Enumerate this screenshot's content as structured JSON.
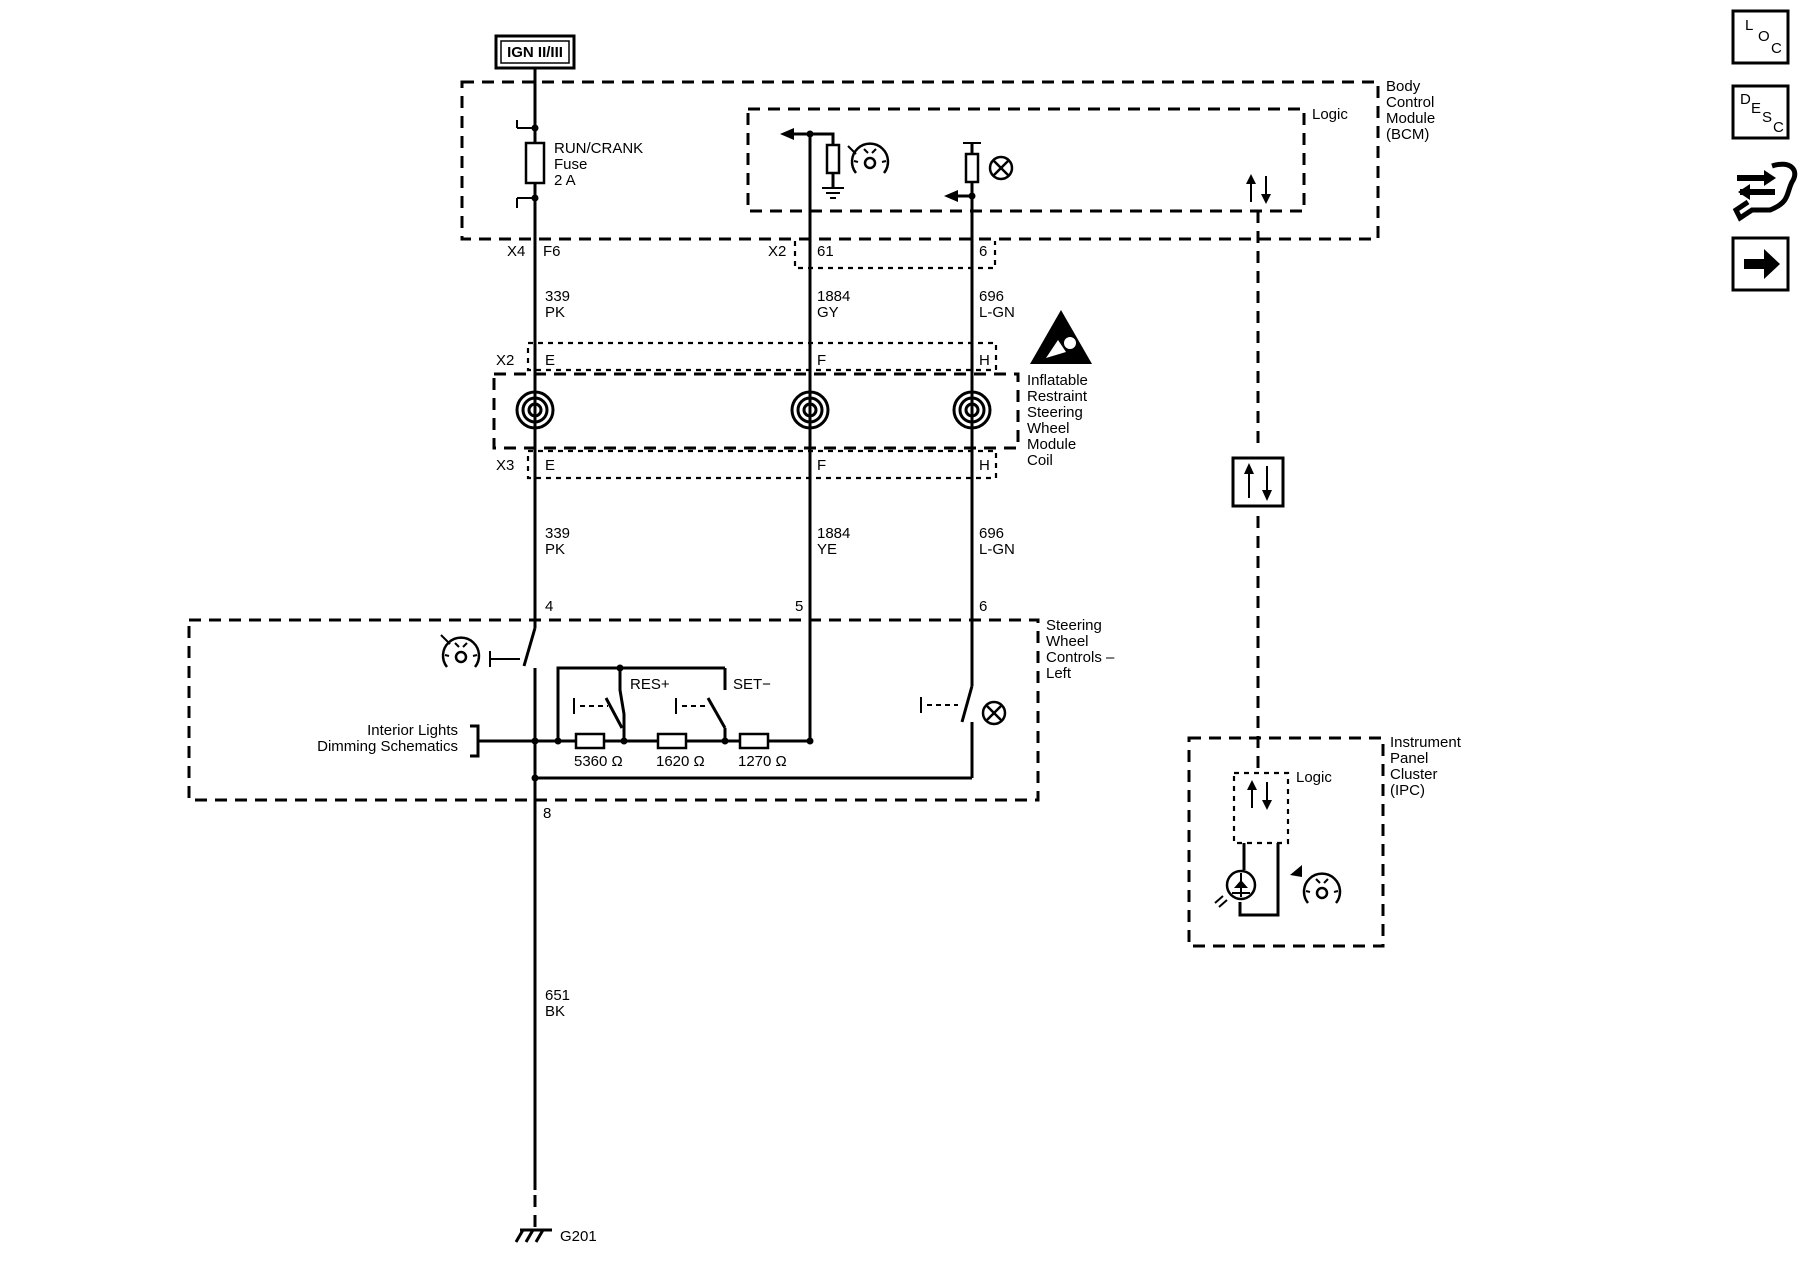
{
  "ignition_label": "IGN II/III",
  "bcm": {
    "name_lines": [
      "Body",
      "Control",
      "Module",
      "(BCM)"
    ],
    "logic_label": "Logic"
  },
  "fuse": {
    "lines": [
      "RUN/CRANK",
      "Fuse",
      "2 A"
    ]
  },
  "bcm_connectors": {
    "x4": "X4",
    "x4_pin": "F6",
    "x2": "X2",
    "x2_pin_a": "61",
    "x2_pin_b": "6"
  },
  "circuits_upper": [
    {
      "number": "339",
      "color": "PK"
    },
    {
      "number": "1884",
      "color": "GY"
    },
    {
      "number": "696",
      "color": "L-GN"
    }
  ],
  "coil_module": {
    "name_lines": [
      "Inflatable",
      "Restraint",
      "Steering",
      "Wheel",
      "Module",
      "Coil"
    ],
    "x2": "X2",
    "x3": "X3",
    "pins": [
      "E",
      "F",
      "H"
    ]
  },
  "circuits_lower": [
    {
      "number": "339",
      "color": "PK"
    },
    {
      "number": "1884",
      "color": "YE"
    },
    {
      "number": "696",
      "color": "L-GN"
    }
  ],
  "swc": {
    "name_lines": [
      "Steering",
      "Wheel",
      "Controls –",
      "Left"
    ],
    "pins": [
      "4",
      "5",
      "6"
    ],
    "ground_pin": "8",
    "res_label": "RES+",
    "set_label": "SET−",
    "resistors": [
      "5360 Ω",
      "1620 Ω",
      "1270 Ω"
    ]
  },
  "interior_lights": {
    "lines": [
      "Interior Lights",
      "Dimming Schematics"
    ]
  },
  "ground_circuit": {
    "number": "651",
    "color": "BK"
  },
  "ground_label": "G201",
  "ipc": {
    "name_lines": [
      "Instrument",
      "Panel",
      "Cluster",
      "(IPC)"
    ],
    "logic_label": "Logic"
  },
  "nav": {
    "loc": [
      "L",
      "O",
      "C"
    ],
    "desc": [
      "D",
      "E",
      "S",
      "C"
    ]
  }
}
